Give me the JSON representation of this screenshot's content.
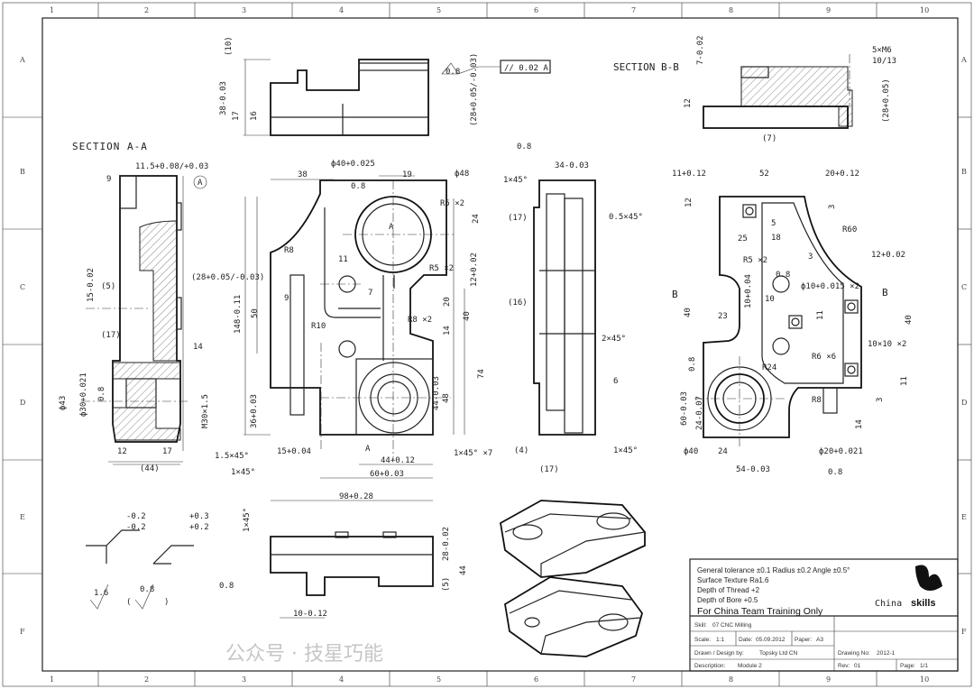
{
  "zones": {
    "columns": [
      "1",
      "2",
      "3",
      "4",
      "5",
      "6",
      "7",
      "8",
      "9",
      "10"
    ],
    "rows": [
      "A",
      "B",
      "C",
      "D",
      "E",
      "F"
    ]
  },
  "views": {
    "section_aa": {
      "title": "SECTION A-A",
      "dims": [
        "9",
        "11.5+0.08/+0.03",
        "(5)",
        "15-0.02",
        "(17)",
        "(28+0.05/-0.03)",
        "14",
        "ф43",
        "ф30+0.021",
        "M30×1.5",
        "12",
        "17",
        "(44)",
        "1.5×45°",
        "0.8",
        "A"
      ]
    },
    "top_view": {
      "dims": [
        "(10)",
        "38-0.03",
        "17",
        "16",
        "0.8",
        "// 0.02 A",
        "(28+0.05/-0.03)"
      ]
    },
    "front_view": {
      "dims": [
        "ф40+0.025",
        "0.8",
        "38",
        "19",
        "ф48",
        "R5 ×2",
        "R5 ×2",
        "24",
        "12+0.02",
        "R8",
        "11",
        "9",
        "7",
        "R10",
        "20",
        "14",
        "40",
        "R8 ×2",
        "48",
        "50",
        "148-0.11",
        "74",
        "44-0.03",
        "36+0.03",
        "15+0.04",
        "44+0.12",
        "60+0.03",
        "98+0.28",
        "1×45° ×7",
        "1×45°",
        "A",
        "A"
      ]
    },
    "side_view": {
      "dims": [
        "0.8",
        "34-0.03",
        "1×45°",
        "(17)",
        "0.5×45°",
        "(16)",
        "2×45°",
        "6",
        "(4)",
        "1×45°",
        "(17)"
      ]
    },
    "section_bb": {
      "title": "SECTION B-B",
      "dims": [
        "7-0.02",
        "5×M6",
        "10/13",
        "12",
        "(28+0.05)",
        "(7)"
      ]
    },
    "right_view": {
      "dims": [
        "11+0.12",
        "52",
        "20+0.12",
        "12",
        "3",
        "5",
        "25",
        "18",
        "R60",
        "3",
        "12+0.02",
        "R5 ×2",
        "0.8",
        "ф10+0.015 ×2",
        "10",
        "10+0.04",
        "11",
        "B",
        "B",
        "40",
        "23",
        "10×10 ×2",
        "40",
        "R6 ×6",
        "R24",
        "0.8",
        "11",
        "3",
        "R8",
        "60-0.03",
        "24-0.07",
        "14",
        "ф40",
        "24",
        "ф20+0.021",
        "54-0.03",
        "0.8"
      ]
    },
    "bottom_view": {
      "dims": [
        "1×45°",
        "0.8",
        "(5)",
        "28-0.02",
        "44",
        "10-0.12"
      ]
    },
    "symbols": {
      "left": [
        "-0.2",
        "-0.2"
      ],
      "right": [
        "+0.3",
        "+0.2"
      ],
      "roughness_general": "1.6",
      "roughness_paren": "0.8",
      "paren_open": "(",
      "paren_close": ")"
    }
  },
  "title_block": {
    "notes": [
      "General tolerance ±0.1  Radius ±0.2  Angle ±0.5°",
      "Surface Texture Ra1.6",
      "Depth of Thread +2",
      "Depth of Bore +0.5"
    ],
    "training_note": "For China Team Training Only",
    "logo_text_china": "China",
    "logo_text_skills": "skills",
    "skill_label": "Skill:",
    "skill_value": "07 CNC Milling",
    "scale_label": "Scale:",
    "scale_value": "1:1",
    "date_label": "Date:",
    "date_value": "05.09.2012",
    "paper_label": "Paper:",
    "paper_value": "A3",
    "drawn_label": "Drawn / Design by:",
    "drawn_value": "Topsky Ltd CN",
    "drawing_no_label": "Drawing No:",
    "drawing_no_value": "2012-1",
    "description_label": "Description:",
    "description_value": "Module 2",
    "rev_label": "Rev:",
    "rev_value": "01",
    "page_label": "Page:",
    "page_value": "1/1"
  },
  "watermark": "公众号 · 技星巧能"
}
